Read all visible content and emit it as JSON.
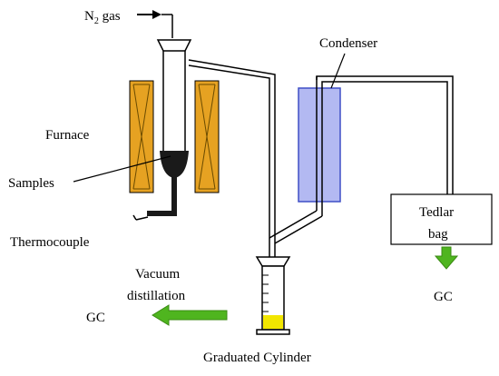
{
  "labels": {
    "n2_gas": {
      "main": "N",
      "sub": "2",
      "rest": " gas"
    },
    "furnace": "Furnace",
    "samples": "Samples",
    "thermocouple": "Thermocouple",
    "condenser": "Condenser",
    "tedlar_line1": "Tedlar",
    "tedlar_line2": "bag",
    "gc_right": "GC",
    "vacuum_line1": "Vacuum",
    "vacuum_line2": "distillation",
    "gc_left": "GC",
    "graduated_cylinder": "Graduated Cylinder"
  },
  "colors": {
    "furnace_fill": "#e6a222",
    "condenser_fill": "#b3b9f2",
    "condenser_stroke": "#3f4fc6",
    "arrow_green": "#4fb51f",
    "liquid_yellow": "#f2e600",
    "sample_black": "#1a1a1a"
  }
}
